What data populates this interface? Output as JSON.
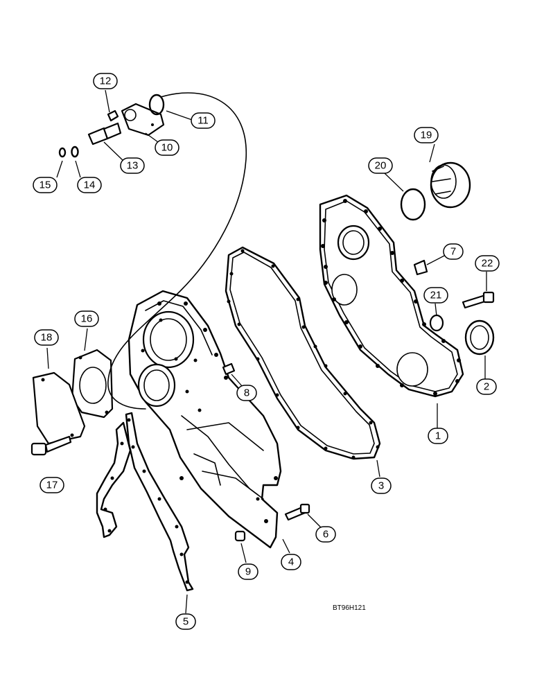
{
  "diagram": {
    "callouts": [
      {
        "id": "c1",
        "label": "1"
      },
      {
        "id": "c2",
        "label": "2"
      },
      {
        "id": "c3",
        "label": "3"
      },
      {
        "id": "c4",
        "label": "4"
      },
      {
        "id": "c5",
        "label": "5"
      },
      {
        "id": "c6",
        "label": "6"
      },
      {
        "id": "c7",
        "label": "7"
      },
      {
        "id": "c8",
        "label": "8"
      },
      {
        "id": "c9",
        "label": "9"
      },
      {
        "id": "c10",
        "label": "10"
      },
      {
        "id": "c11",
        "label": "11"
      },
      {
        "id": "c12",
        "label": "12"
      },
      {
        "id": "c13",
        "label": "13"
      },
      {
        "id": "c14",
        "label": "14"
      },
      {
        "id": "c15",
        "label": "15"
      },
      {
        "id": "c16",
        "label": "16"
      },
      {
        "id": "c17",
        "label": "17"
      },
      {
        "id": "c18",
        "label": "18"
      },
      {
        "id": "c19",
        "label": "19"
      },
      {
        "id": "c20",
        "label": "20"
      },
      {
        "id": "c21",
        "label": "21"
      },
      {
        "id": "c22",
        "label": "22"
      }
    ],
    "figure_code": "BT96H121"
  }
}
